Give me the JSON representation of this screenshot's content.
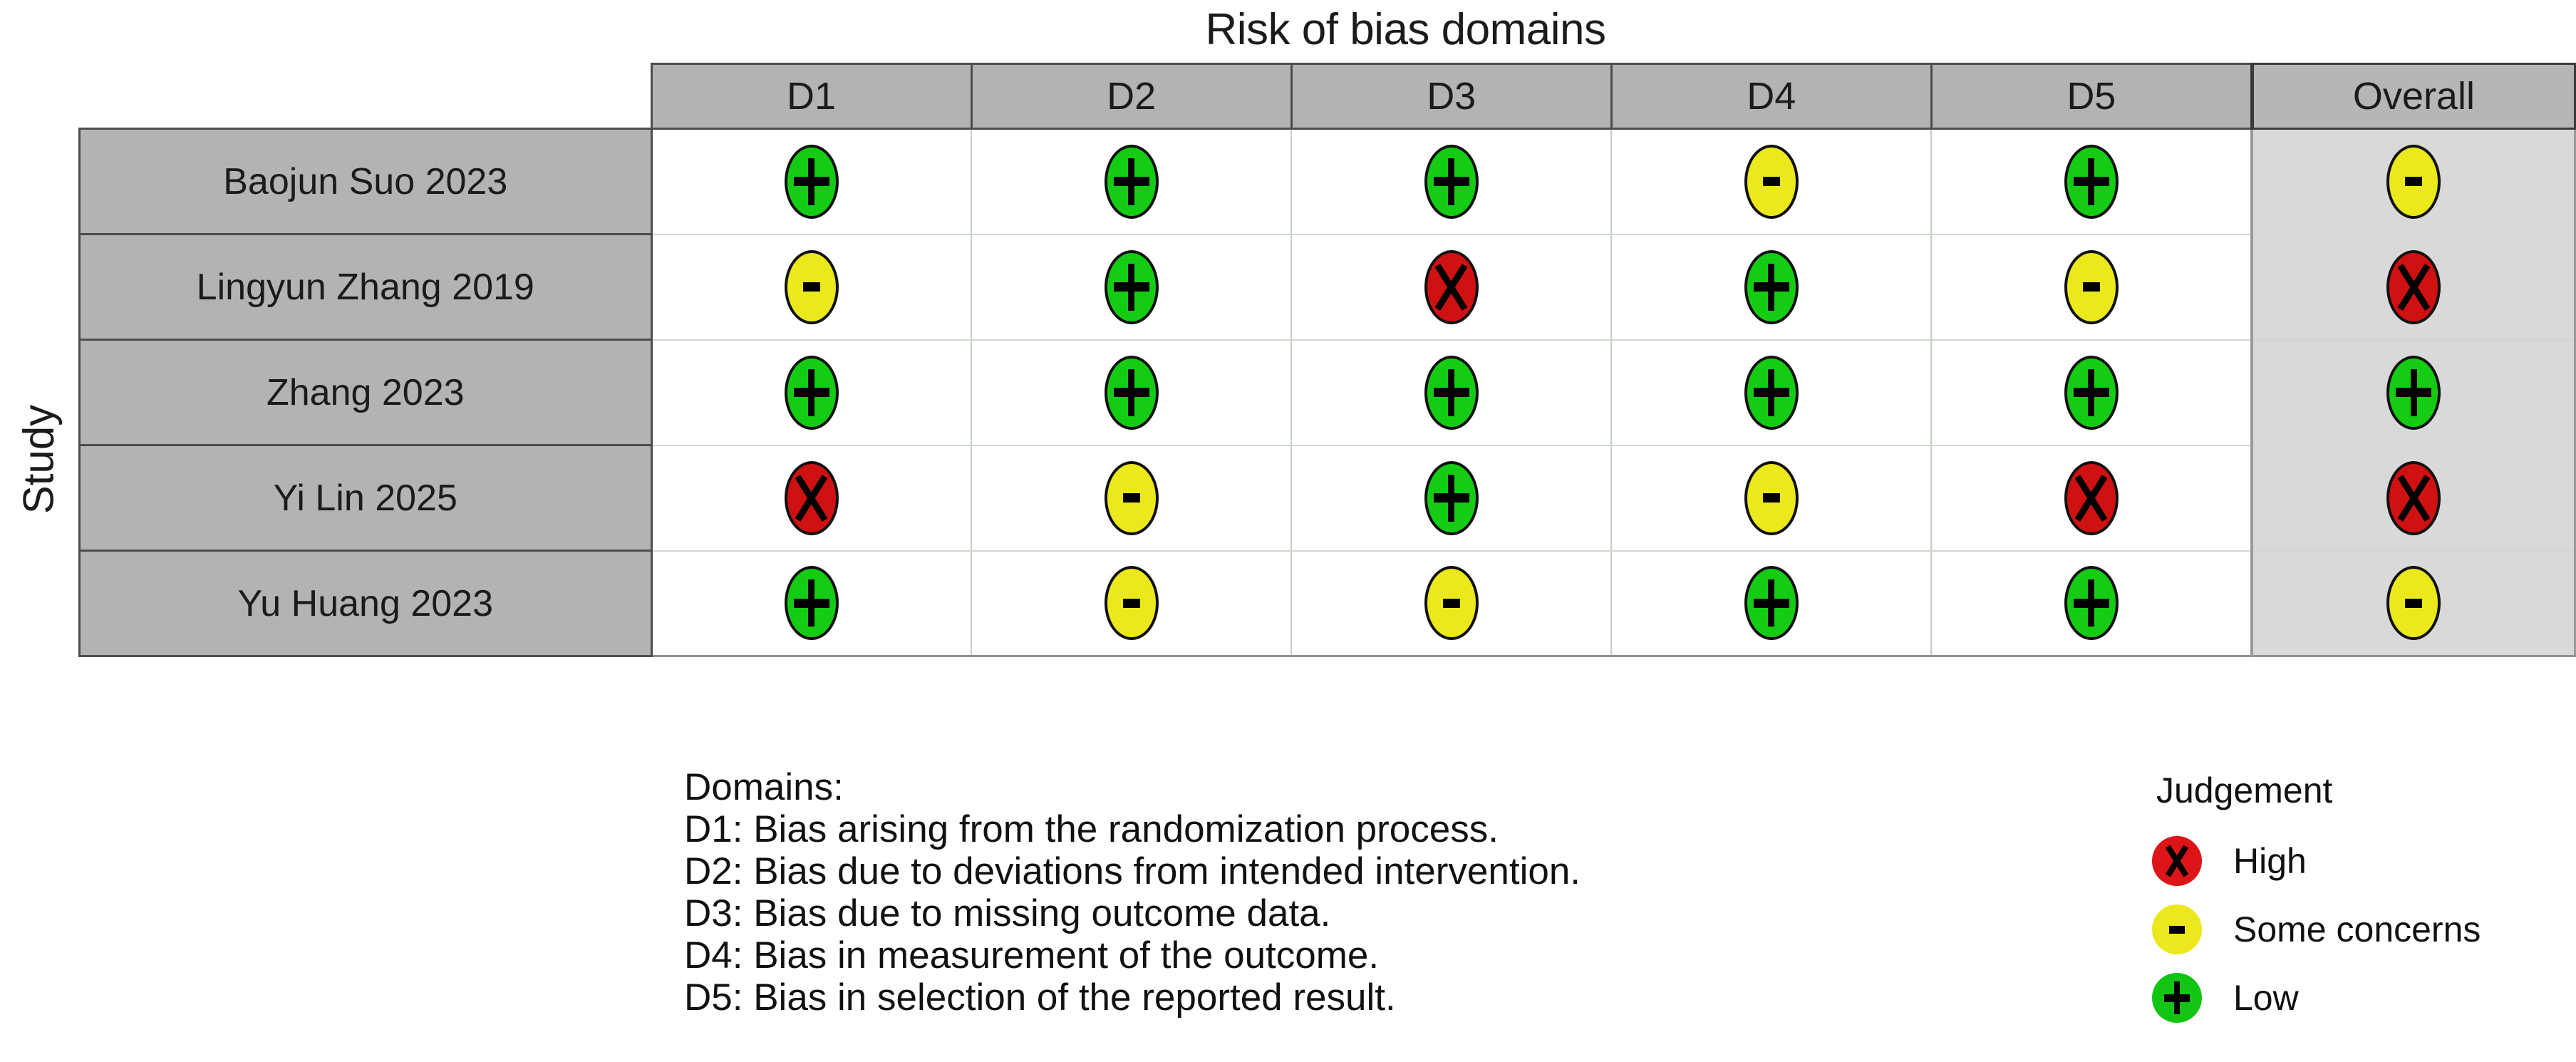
{
  "title": "Risk of bias domains",
  "axis_label": "Study",
  "colors": {
    "low": "#14cc14",
    "some_concerns": "#ebe81b",
    "high": "#cf1112",
    "header_grey": "#b3b3b3",
    "overall_column_bg": "#d9d9d9",
    "grid_line": "#c3cfc3",
    "border_dark": "#4d4d4d"
  },
  "chart_data": {
    "type": "table",
    "title": "Risk of bias domains",
    "xlabel": "",
    "ylabel": "Study",
    "columns": [
      "D1",
      "D2",
      "D3",
      "D4",
      "D5",
      "Overall"
    ],
    "row_header": "Study",
    "categories": [
      "Baojun Suo 2023",
      "Lingyun Zhang 2019",
      "Zhang 2023",
      "Yi Lin 2025",
      "Yu Huang 2023"
    ],
    "judgement_levels": [
      "high",
      "some",
      "low"
    ],
    "rows": [
      {
        "study": "Baojun Suo 2023",
        "judgements": [
          "low",
          "low",
          "low",
          "some",
          "low",
          "some"
        ]
      },
      {
        "study": "Lingyun Zhang 2019",
        "judgements": [
          "some",
          "low",
          "high",
          "low",
          "some",
          "high"
        ]
      },
      {
        "study": "Zhang 2023",
        "judgements": [
          "low",
          "low",
          "low",
          "low",
          "low",
          "low"
        ]
      },
      {
        "study": "Yi Lin 2025",
        "judgements": [
          "high",
          "some",
          "low",
          "some",
          "high",
          "high"
        ]
      },
      {
        "study": "Yu Huang 2023",
        "judgements": [
          "low",
          "some",
          "some",
          "low",
          "low",
          "some"
        ]
      }
    ],
    "glyphs": {
      "low": "+",
      "some": "-",
      "high": "X"
    }
  },
  "header": {
    "columns": [
      {
        "id": "D1",
        "label": "D1"
      },
      {
        "id": "D2",
        "label": "D2"
      },
      {
        "id": "D3",
        "label": "D3"
      },
      {
        "id": "D4",
        "label": "D4"
      },
      {
        "id": "D5",
        "label": "D5"
      },
      {
        "id": "Overall",
        "label": "Overall"
      }
    ]
  },
  "domains_legend": {
    "heading": "Domains:",
    "lines": [
      "D1: Bias arising from the randomization process.",
      "D2: Bias due to deviations from intended intervention.",
      "D3: Bias due to missing outcome data.",
      "D4: Bias in measurement of the outcome.",
      "D5: Bias in selection of the reported result."
    ]
  },
  "judgement_legend": {
    "title": "Judgement",
    "items": [
      {
        "level": "high",
        "label": "High",
        "glyph": "X"
      },
      {
        "level": "some",
        "label": "Some concerns",
        "glyph": "-"
      },
      {
        "level": "low",
        "label": "Low",
        "glyph": "+"
      }
    ]
  }
}
